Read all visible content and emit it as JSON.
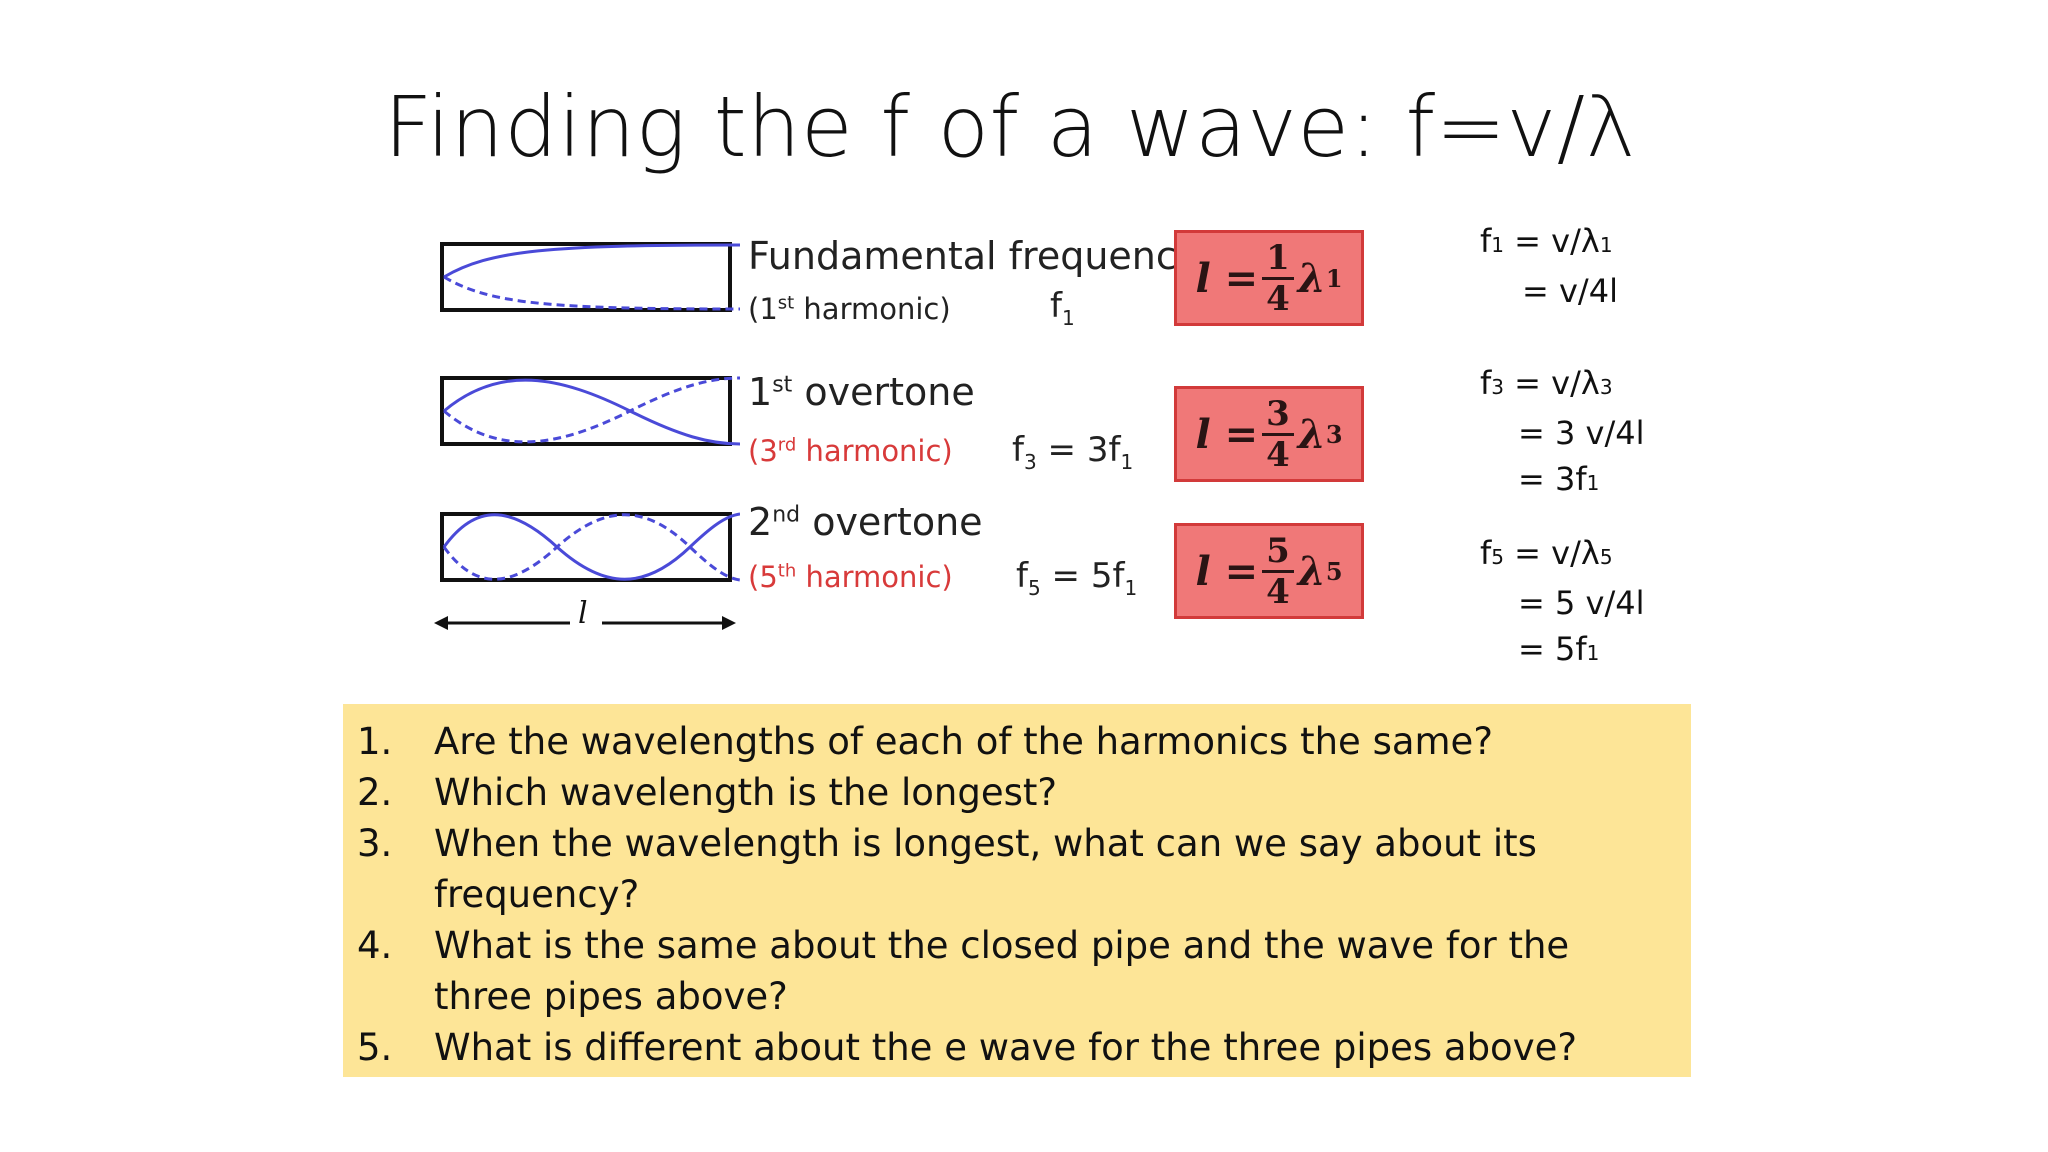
{
  "slide": {
    "title": "Finding the f of a wave: f=v/λ"
  },
  "diagram": {
    "length_label": "l",
    "rows": [
      {
        "name_main": "Fundamental frequency",
        "name_pre": "",
        "name_sup": "",
        "harmonic_pre": "(1",
        "harmonic_sup": "st",
        "harmonic_post": " harmonic)",
        "harmonic_color": "#222222",
        "freq_f": "f",
        "freq_sub": "1",
        "freq_rhs": "",
        "freq_rhs_sub": "",
        "box_lhs": "l =",
        "box_num": "1",
        "box_den": "4",
        "box_lambda": "λ",
        "box_sub": "1"
      },
      {
        "name_main": " overtone",
        "name_pre": "1",
        "name_sup": "st",
        "harmonic_pre": "(3",
        "harmonic_sup": "rd",
        "harmonic_post": " harmonic)",
        "harmonic_color": "#d83a3a",
        "freq_f": "f",
        "freq_sub": "3",
        "freq_rhs": " = 3f",
        "freq_rhs_sub": "1",
        "box_lhs": "l =",
        "box_num": "3",
        "box_den": "4",
        "box_lambda": "λ",
        "box_sub": "3"
      },
      {
        "name_main": " overtone",
        "name_pre": "2",
        "name_sup": "nd",
        "harmonic_pre": "(5",
        "harmonic_sup": "th",
        "harmonic_post": " harmonic)",
        "harmonic_color": "#d83a3a",
        "freq_f": "f",
        "freq_sub": "5",
        "freq_rhs": " = 5f",
        "freq_rhs_sub": "1",
        "box_lhs": "l =",
        "box_num": "5",
        "box_den": "4",
        "box_lambda": "λ",
        "box_sub": "5"
      }
    ]
  },
  "side_notes": [
    {
      "l1_a": "f",
      "l1_a_sub": "1",
      "l1_b": " = v/λ",
      "l1_b_sub": "1",
      "l2": "= v/4l",
      "l3_a": "",
      "l3_sub": ""
    },
    {
      "l1_a": "f",
      "l1_a_sub": "3",
      "l1_b": " = v/λ",
      "l1_b_sub": "3",
      "l2": "= 3 v/4l",
      "l3_a": "=  3f",
      "l3_sub": "1"
    },
    {
      "l1_a": "f",
      "l1_a_sub": "5",
      "l1_b": " = v/λ",
      "l1_b_sub": "5",
      "l2": "= 5 v/4l",
      "l3_a": "=  5f",
      "l3_sub": "1"
    }
  ],
  "questions": [
    {
      "num": "1.",
      "text": "Are the wavelengths of each of the harmonics the same?"
    },
    {
      "num": "2.",
      "text": "Which wavelength is the longest?"
    },
    {
      "num": "3.",
      "text": "When the wavelength is longest, what can we say about its frequency?"
    },
    {
      "num": "4.",
      "text": "What is the same about the closed pipe and the wave for the three pipes above?"
    },
    {
      "num": "5.",
      "text": "What is different about the e wave for the three pipes above?"
    }
  ],
  "colors": {
    "wave": "#4a4ad8",
    "box_fill": "#f07878",
    "box_border": "#d23a3a",
    "question_bg": "#fde597",
    "harmonic_red": "#d83a3a"
  }
}
